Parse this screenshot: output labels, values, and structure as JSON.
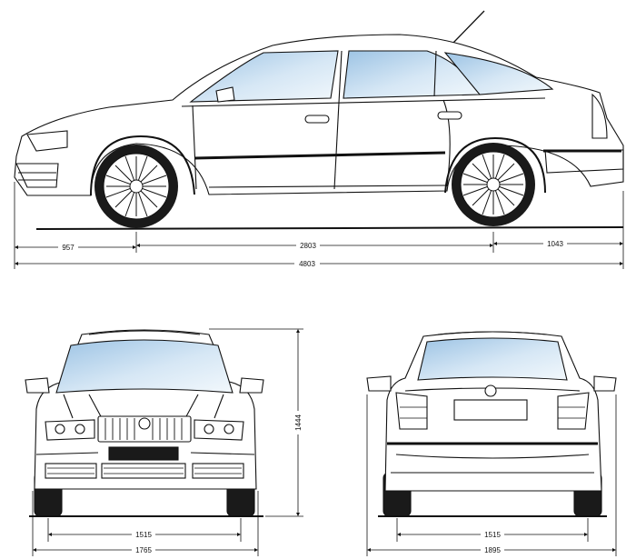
{
  "dimensions": {
    "side": {
      "front_overhang": "957",
      "wheelbase": "2803",
      "rear_overhang": "1043",
      "overall_length": "4803"
    },
    "front": {
      "height": "1444",
      "track": "1515",
      "overall_width": "1765"
    },
    "rear": {
      "track": "1515",
      "overall_width": "1895"
    }
  },
  "colors": {
    "line": "#111111",
    "glass": "#c9dff0",
    "glass_highlight": "#eef5fb",
    "body": "#ffffff",
    "tyre": "#1a1a1a"
  }
}
